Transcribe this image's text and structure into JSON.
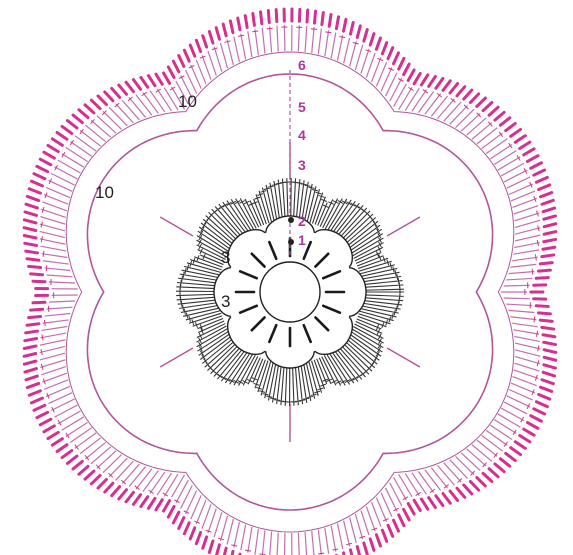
{
  "labels": {
    "top_petal_count": "10",
    "left_petal_count": "10",
    "inner_upper_count": "3",
    "inner_lower_count": "3"
  },
  "round_numbers": [
    "1",
    "2",
    "3",
    "4",
    "5",
    "6"
  ],
  "colors": {
    "outline": "#b0569a",
    "outer_stitches": "#d6308e",
    "tall_stitches": "#c070b0",
    "dark_stitches": "#333333",
    "ring_stitches": "#1a1a1a",
    "round_labels": "#b0359a"
  },
  "motif": {
    "petals": 6,
    "ring_spokes": 16,
    "inner_scallops": 8
  }
}
